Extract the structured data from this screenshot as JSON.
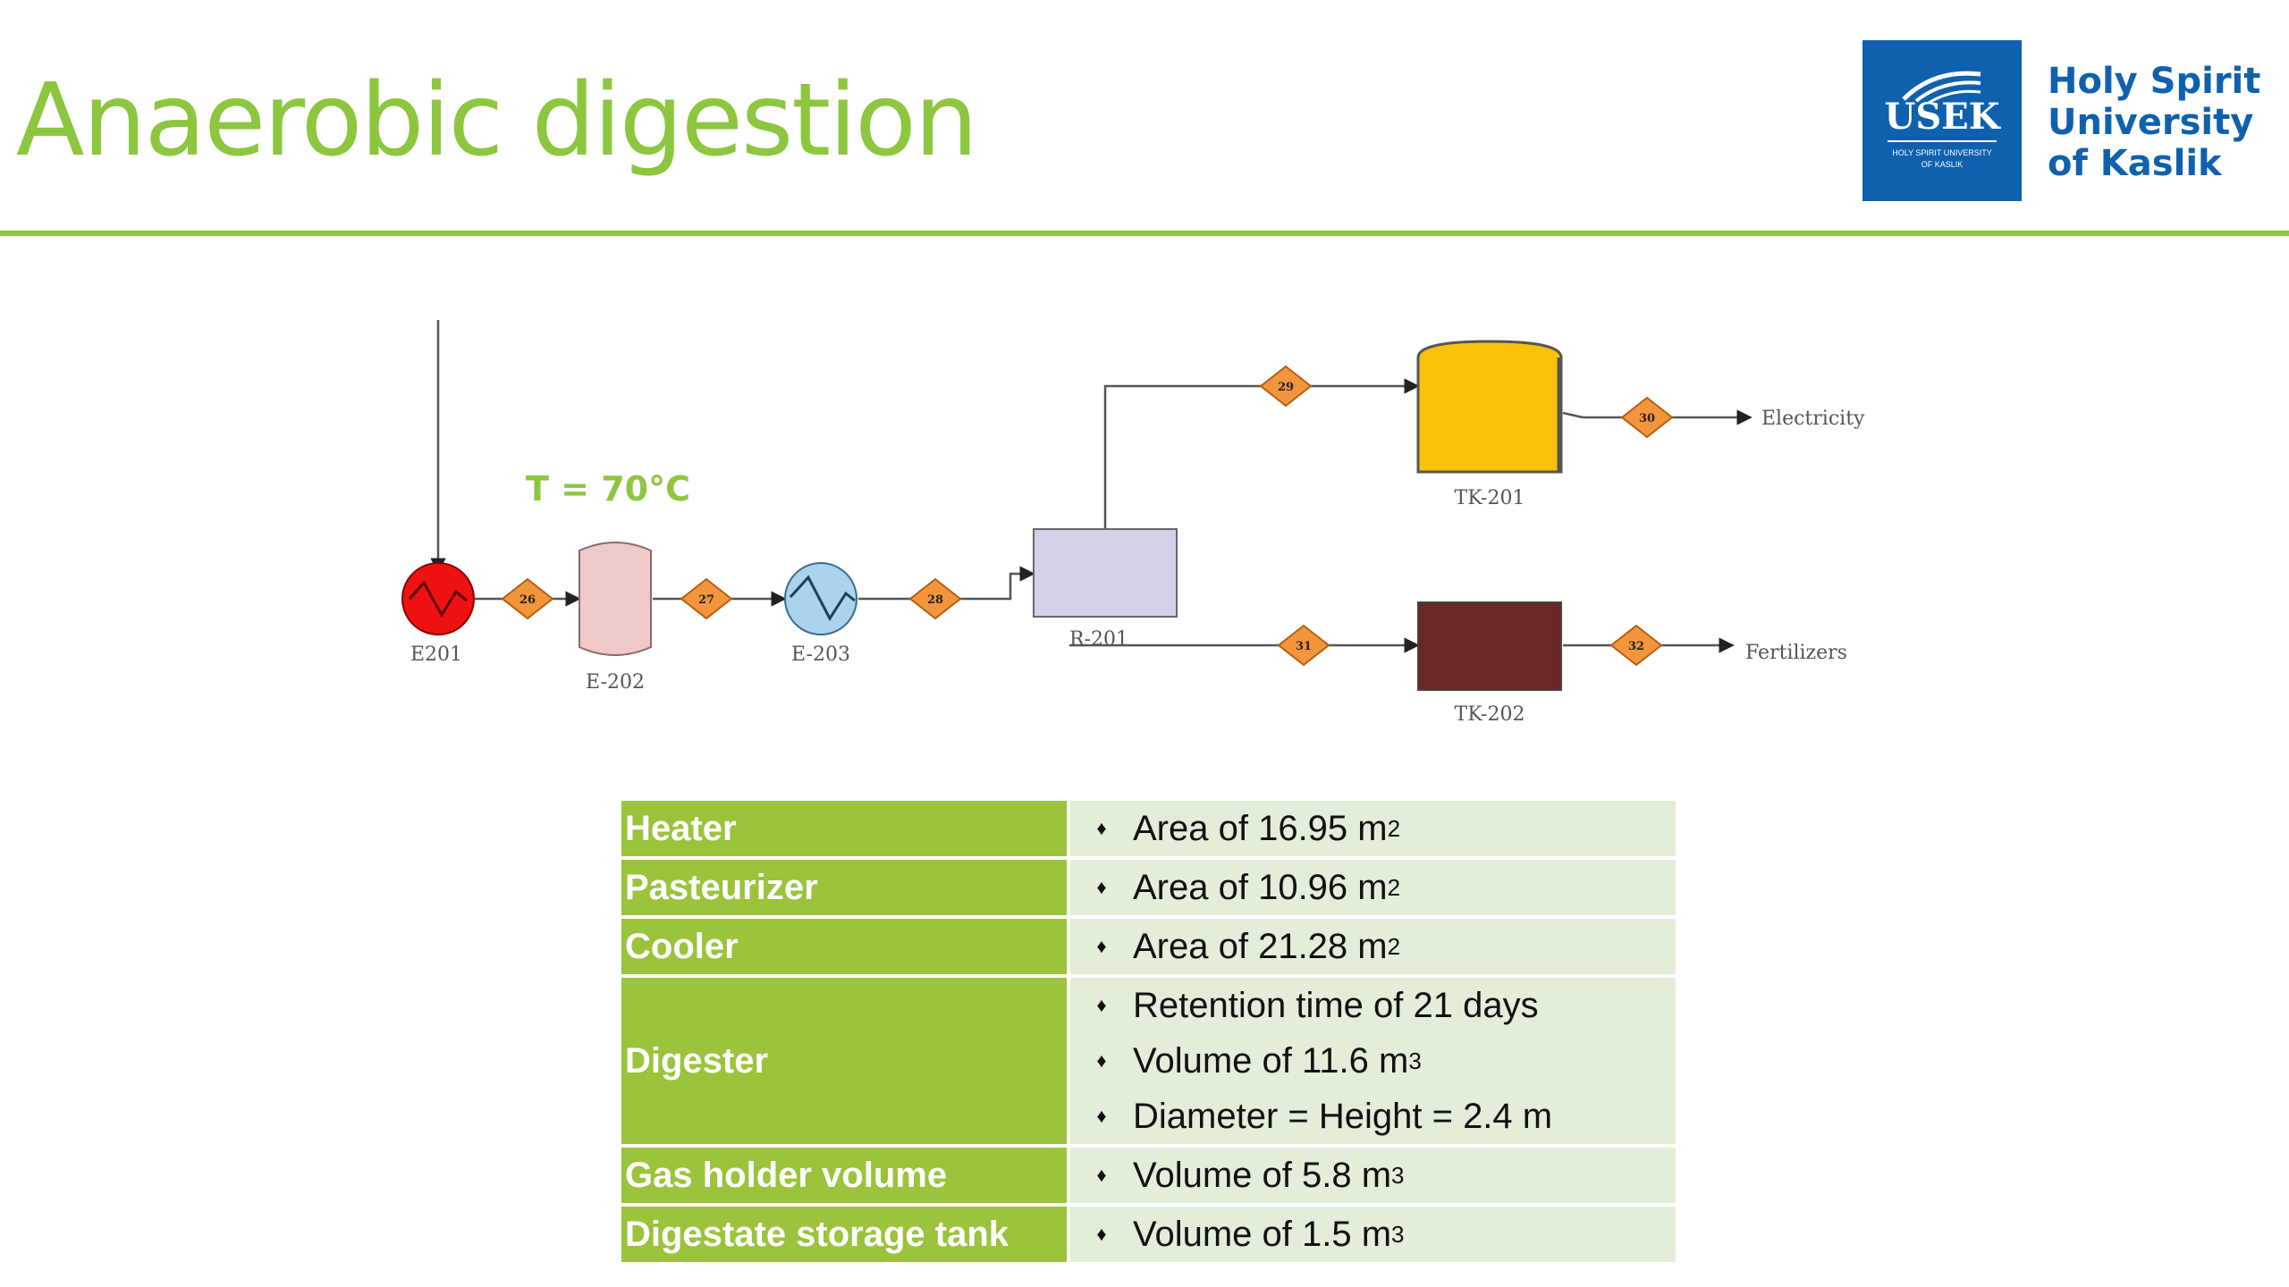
{
  "slide": {
    "title": "Anaerobic digestion"
  },
  "logo": {
    "abbr": "USEK",
    "small_line1": "HOLY SPIRIT UNIVERSITY",
    "small_line2": "OF KASLIK",
    "name_line1": "Holy Spirit",
    "name_line2": "University",
    "name_line3": "of Kaslik"
  },
  "diagram": {
    "temperature_label": "T = 70°C",
    "units": {
      "e201": "E201",
      "e202": "E-202",
      "e203": "E-203",
      "r201": "R-201",
      "tk201": "TK-201",
      "tk202": "TK-202"
    },
    "streams": {
      "s26": "26",
      "s27": "27",
      "s28": "28",
      "s29": "29",
      "s30": "30",
      "s31": "31",
      "s32": "32"
    },
    "outputs": {
      "electricity": "Electricity",
      "fertilizers": "Fertilizers"
    },
    "colors": {
      "heater": "#ee1111",
      "pasteurizer": "#efc9c9",
      "cooler": "#a9d3ef",
      "digester": "#d5d0ea",
      "gas_holder": "#f9c10a",
      "digestate_tank": "#6b2723",
      "stream_marker": "#f2953c"
    }
  },
  "table": {
    "colors": {
      "equipment_cell": "#9bc33b",
      "value_cell": "#e2eed9"
    },
    "rows": [
      {
        "equipment": "Heater",
        "specs": [
          {
            "text": "Area of 16.95 m",
            "sup": "2"
          }
        ]
      },
      {
        "equipment": "Pasteurizer",
        "specs": [
          {
            "text": "Area of 10.96 m",
            "sup": "2"
          }
        ]
      },
      {
        "equipment": "Cooler",
        "specs": [
          {
            "text": "Area of 21.28 m",
            "sup": "2"
          }
        ]
      },
      {
        "equipment": "Digester",
        "specs": [
          {
            "text": "Retention time of  21 days",
            "sup": ""
          },
          {
            "text": "Volume of  11.6 m",
            "sup": "3"
          },
          {
            "text": "Diameter = Height =  2.4 m",
            "sup": ""
          }
        ]
      },
      {
        "equipment": "Gas holder volume",
        "specs": [
          {
            "text": "Volume of  5.8 m",
            "sup": "3"
          }
        ]
      },
      {
        "equipment": "Digestate storage tank",
        "specs": [
          {
            "text": "Volume of  1.5 m",
            "sup": "3"
          }
        ]
      }
    ]
  }
}
